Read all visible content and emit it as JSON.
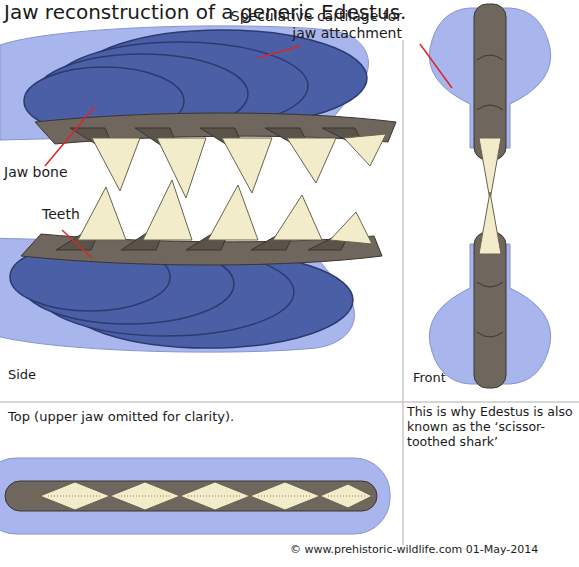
{
  "diagram": {
    "title": "Jaw reconstruction of a generic Edestus.",
    "labels": [
      "Speculative cartilage for jaw attachment",
      "Jaw bone",
      "Teeth",
      "Side",
      "Front",
      "Top (upper jaw omitted for clarity).",
      "This is why Edestus is also known as the ‘scissor-toothed shark’",
      "© www.prehistoric-wildlife.com  01-May-2014"
    ]
  }
}
